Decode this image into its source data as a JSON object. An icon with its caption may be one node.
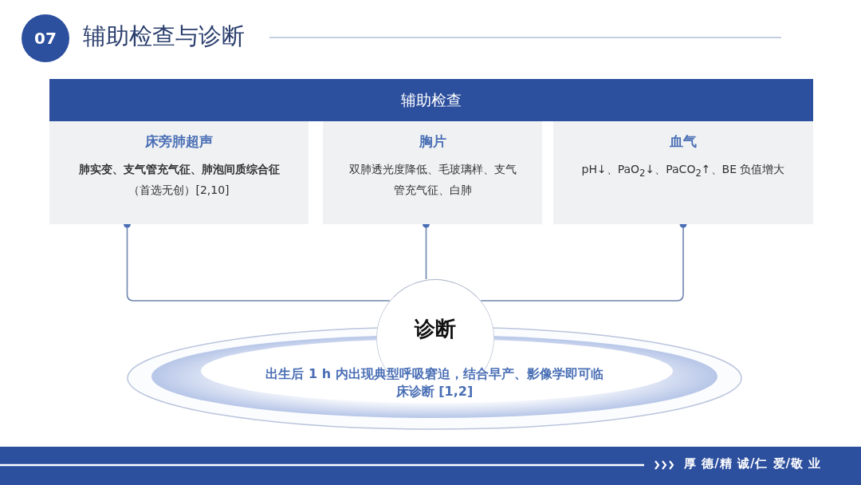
{
  "diagram": {
    "title": "辅助检查与诊断",
    "nodes": [
      {
        "text": [
          "07"
        ]
      },
      {
        "text": [
          "辅助检查"
        ]
      },
      {
        "text": [
          "床旁肺超声",
          "**肺实变、支气管充气征、肺泡间质综合征**（首选无创）[2,10]"
        ]
      },
      {
        "text": [
          "胸片",
          "双肺透光度降低、毛玻璃样、支气管充气征、白肺"
        ]
      },
      {
        "text": [
          "血气",
          "pH↓、PaO$_{2}$↓、PaCO$_{2}$↑、BE 负值增大"
        ]
      },
      {
        "text": [
          "诊断"
        ]
      },
      {
        "text": [
          "出生后 1 h 内出现典型呼吸窘迫，结合早产、影像学即可临床诊断 [1,2]"
        ]
      }
    ],
    "edges": [
      {
        "from": 2,
        "to": 5,
        "arrow": "other"
      },
      {
        "from": 3,
        "to": 5,
        "arrow": "other"
      },
      {
        "from": 4,
        "to": 5,
        "arrow": "other"
      }
    ],
    "labels": [
      "厚 德/精 诚/仁 爱/敬 业"
    ]
  }
}
